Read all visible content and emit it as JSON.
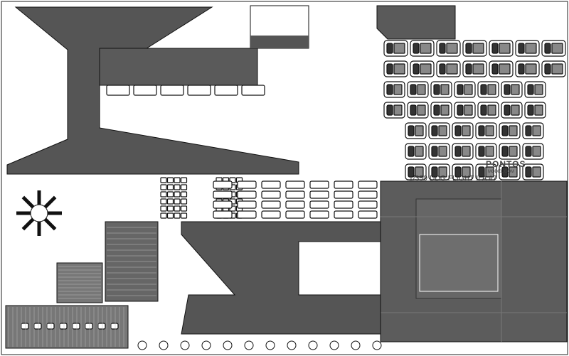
{
  "sheet": {
    "title": "1/350 DDG FLIGHT II A #7",
    "brand": "PONTOS",
    "brand_site": "MODEL.COM"
  },
  "colors": {
    "metal_dark": "#555555",
    "metal_mid": "#6b6b6b",
    "outline": "#111111",
    "background": "#ffffff"
  }
}
